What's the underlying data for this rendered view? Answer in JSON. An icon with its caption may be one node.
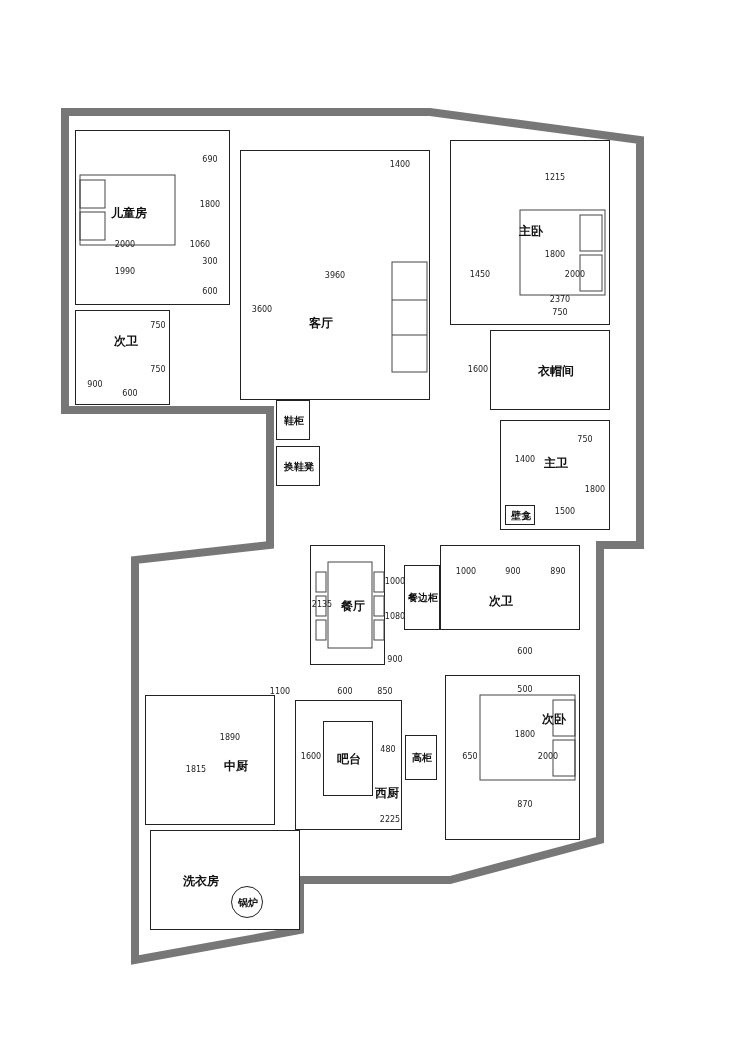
{
  "diagram": {
    "nodes": [
      {
        "text": [
          "儿童房"
        ]
      },
      {
        "text": [
          "次卫"
        ]
      },
      {
        "text": [
          "客厅"
        ]
      },
      {
        "text": [
          "主卧"
        ]
      },
      {
        "text": [
          "衣帽间"
        ]
      },
      {
        "text": [
          "主卫"
        ]
      },
      {
        "text": [
          "壁龛"
        ],
        "in": 5
      },
      {
        "text": [
          "鞋柜"
        ]
      },
      {
        "text": [
          "换鞋凳"
        ]
      },
      {
        "text": [
          "餐厅"
        ]
      },
      {
        "text": [
          "餐边柜"
        ]
      },
      {
        "text": [
          "次卫"
        ]
      },
      {
        "text": [
          "次卧"
        ]
      },
      {
        "text": [
          "高柜"
        ]
      },
      {
        "text": [
          "西厨"
        ]
      },
      {
        "text": [
          "吧台"
        ],
        "in": 14
      },
      {
        "text": [
          "中厨"
        ]
      },
      {
        "text": [
          "洗衣房"
        ]
      },
      {
        "text": [
          "锅炉"
        ],
        "in": 17
      }
    ],
    "labels": [
      "690",
      "1800",
      "2000",
      "1060",
      "300",
      "1990",
      "600",
      "750",
      "750",
      "900",
      "600",
      "1400",
      "3960",
      "3600",
      "1215",
      "1800",
      "1450",
      "2000",
      "2370",
      "750",
      "1600",
      "1400",
      "750",
      "1800",
      "1500",
      "2135",
      "1000",
      "1080",
      "900",
      "1100",
      "600",
      "850",
      "1000",
      "900",
      "890",
      "600",
      "500",
      "1800",
      "650",
      "2000",
      "870",
      "1890",
      "1815",
      "1600",
      "480",
      "2225"
    ]
  }
}
